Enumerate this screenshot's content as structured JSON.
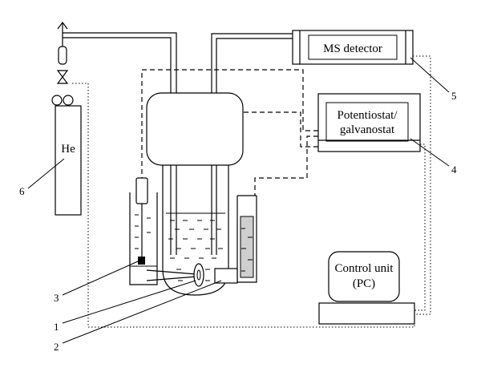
{
  "labels": {
    "ms_detector": "MS detector",
    "potentiostat_line1": "Potentiostat/",
    "potentiostat_line2": "galvanostat",
    "control_line1": "Control unit",
    "control_line2": "(PC)",
    "gas": "He"
  },
  "numbers": [
    "1",
    "2",
    "3",
    "4",
    "5",
    "6"
  ]
}
